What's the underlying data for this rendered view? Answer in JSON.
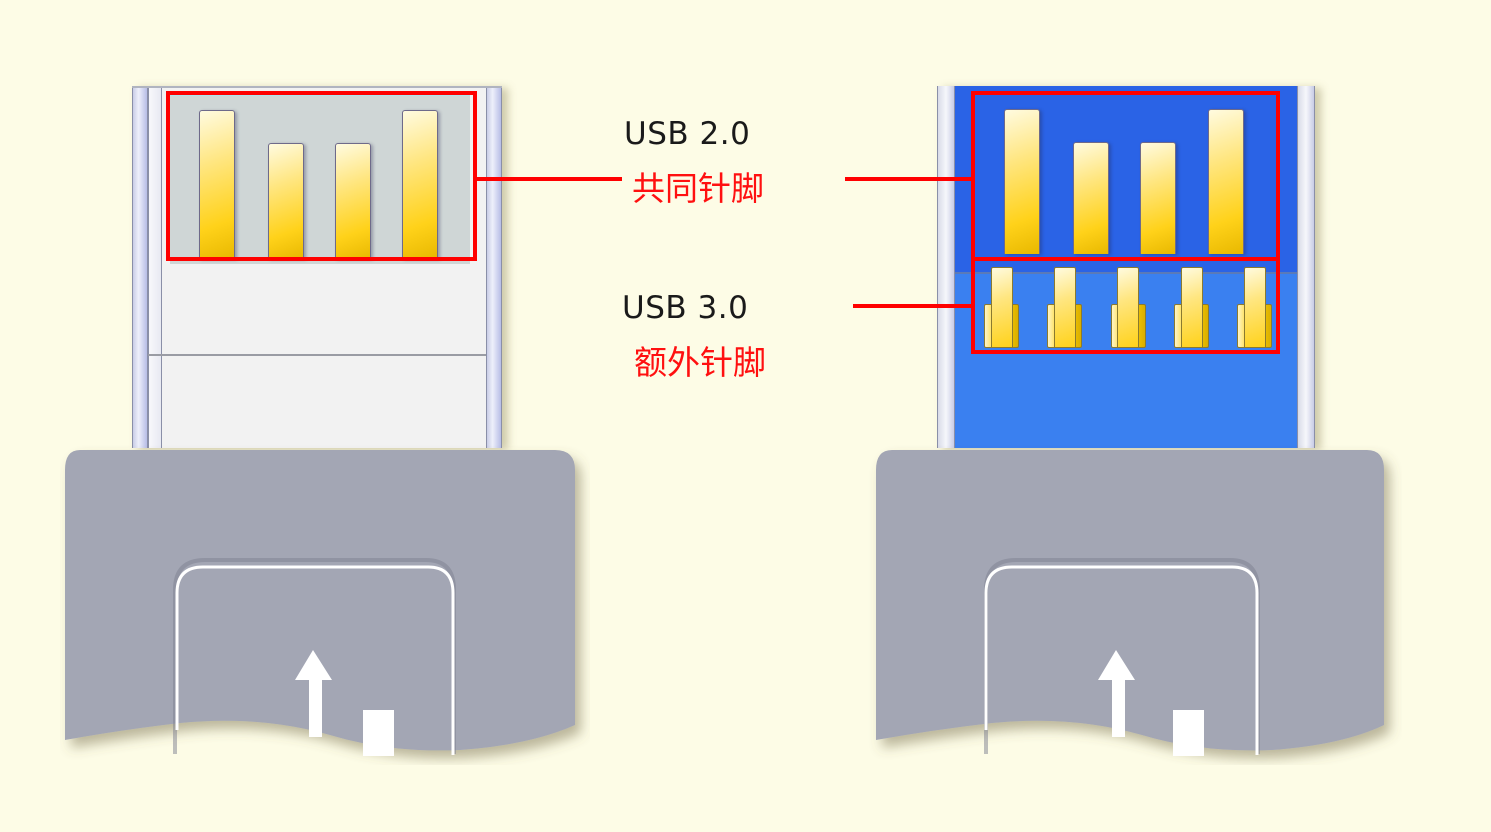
{
  "labels": {
    "usb2_title": "USB 2.0",
    "usb2_subtitle": "共同针脚",
    "usb3_title": "USB 3.0",
    "usb3_subtitle": "额外针脚"
  },
  "connectors": [
    {
      "name": "USB 2.0 connector",
      "insert_color": "#e8e9ea",
      "common_pins": 4,
      "extra_pins": 0
    },
    {
      "name": "USB 3.0 connector",
      "insert_color": "#2a63e6",
      "common_pins": 4,
      "extra_pins": 5
    }
  ],
  "colors": {
    "background": "#fdfce6",
    "highlight": "#ff0000",
    "pin_gold": "#ffd21a",
    "usb3_blue": "#2a63e6",
    "housing_gray": "#a3a6b4"
  },
  "icons": [
    "insert-direction-arrow-icon",
    "usb-logo-square-icon"
  ]
}
